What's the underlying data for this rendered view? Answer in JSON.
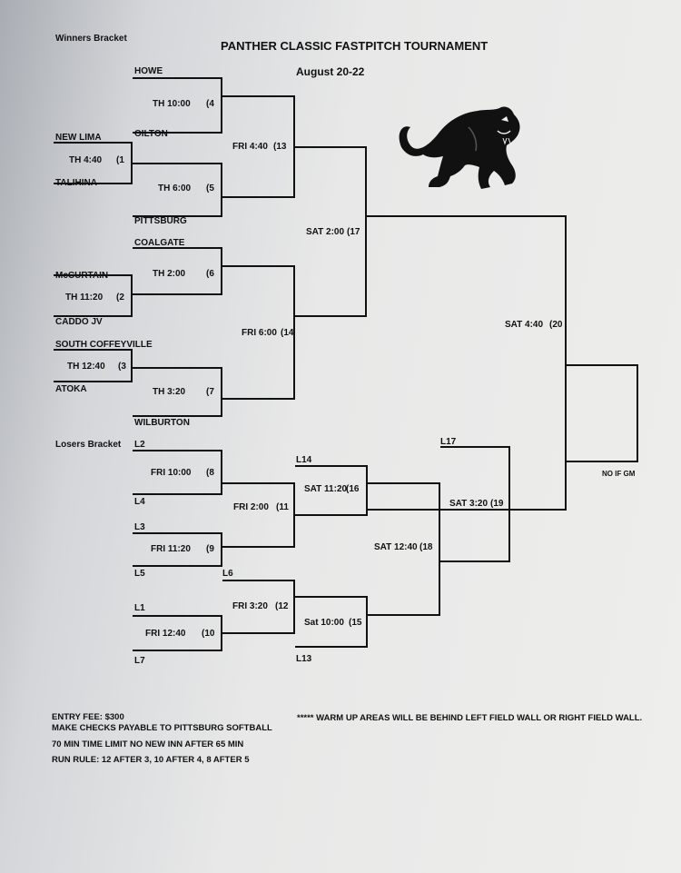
{
  "header": {
    "section": "Winners Bracket",
    "title": "PANTHER CLASSIC FASTPITCH TOURNAMENT",
    "dates": "August 20-22"
  },
  "winners": {
    "r1": [
      {
        "top": "NEW LIMA",
        "time": "TH 4:40",
        "game": "(1",
        "bottom": "TALIHINA"
      },
      {
        "top": "McCURTAIN",
        "time": "TH 11:20",
        "game": "(2",
        "bottom": "CADDO JV"
      },
      {
        "top": "SOUTH COFFEYVILLE",
        "time": "TH 12:40",
        "game": "(3",
        "bottom": "ATOKA"
      }
    ],
    "r2": [
      {
        "top": "HOWE",
        "time": "TH 10:00",
        "game": "(4",
        "bottom": "OILTON"
      },
      {
        "time": "TH 6:00",
        "game": "(5",
        "bottom": "PITTSBURG"
      },
      {
        "top": "COALGATE",
        "time": "TH 2:00",
        "game": "(6"
      },
      {
        "time": "TH 3:20",
        "game": "(7",
        "bottom": "WILBURTON"
      }
    ],
    "r3": [
      {
        "time": "FRI 4:40",
        "game": "(13"
      },
      {
        "time": "FRI 6:00",
        "game": "(14"
      }
    ],
    "semi": {
      "time": "SAT 2:00",
      "game": "(17"
    },
    "final": {
      "time": "SAT 4:40",
      "game": "(20"
    },
    "if_game": "NO IF GM"
  },
  "losers": {
    "section": "Losers Bracket",
    "r1": [
      {
        "top": "L2",
        "time": "FRI 10:00",
        "game": "(8",
        "bottom": "L4"
      },
      {
        "top": "L3",
        "time": "FRI 11:20",
        "game": "(9",
        "bottom": "L5"
      },
      {
        "top": "L1",
        "time": "FRI 12:40",
        "game": "(10",
        "bottom": "L7"
      }
    ],
    "r2": [
      {
        "time": "FRI 2:00",
        "game": "(11"
      },
      {
        "top": "L6",
        "time": "FRI 3:20",
        "game": "(12"
      }
    ],
    "r3": [
      {
        "top": "L14",
        "time": "SAT 11:20",
        "game": "(16"
      },
      {
        "time": "Sat 10:00",
        "game": "(15",
        "bottom": "L13"
      }
    ],
    "r4": {
      "time": "SAT 12:40",
      "game": "(18"
    },
    "r5": {
      "top": "L17",
      "time": "SAT 3:20",
      "game": "(19"
    }
  },
  "footer": {
    "entry_fee": "ENTRY FEE:  $300",
    "checks": "MAKE CHECKS PAYABLE TO PITTSBURG SOFTBALL",
    "time_limit": "70 MIN TIME LIMIT NO NEW INN AFTER 65 MIN",
    "run_rule": "RUN RULE: 12 AFTER 3, 10 AFTER 4, 8 AFTER 5",
    "warmup": "***** WARM UP AREAS WILL BE BEHIND LEFT FIELD WALL OR RIGHT FIELD WALL."
  },
  "logo": {
    "icon": "panther-icon",
    "color": "#111111"
  }
}
